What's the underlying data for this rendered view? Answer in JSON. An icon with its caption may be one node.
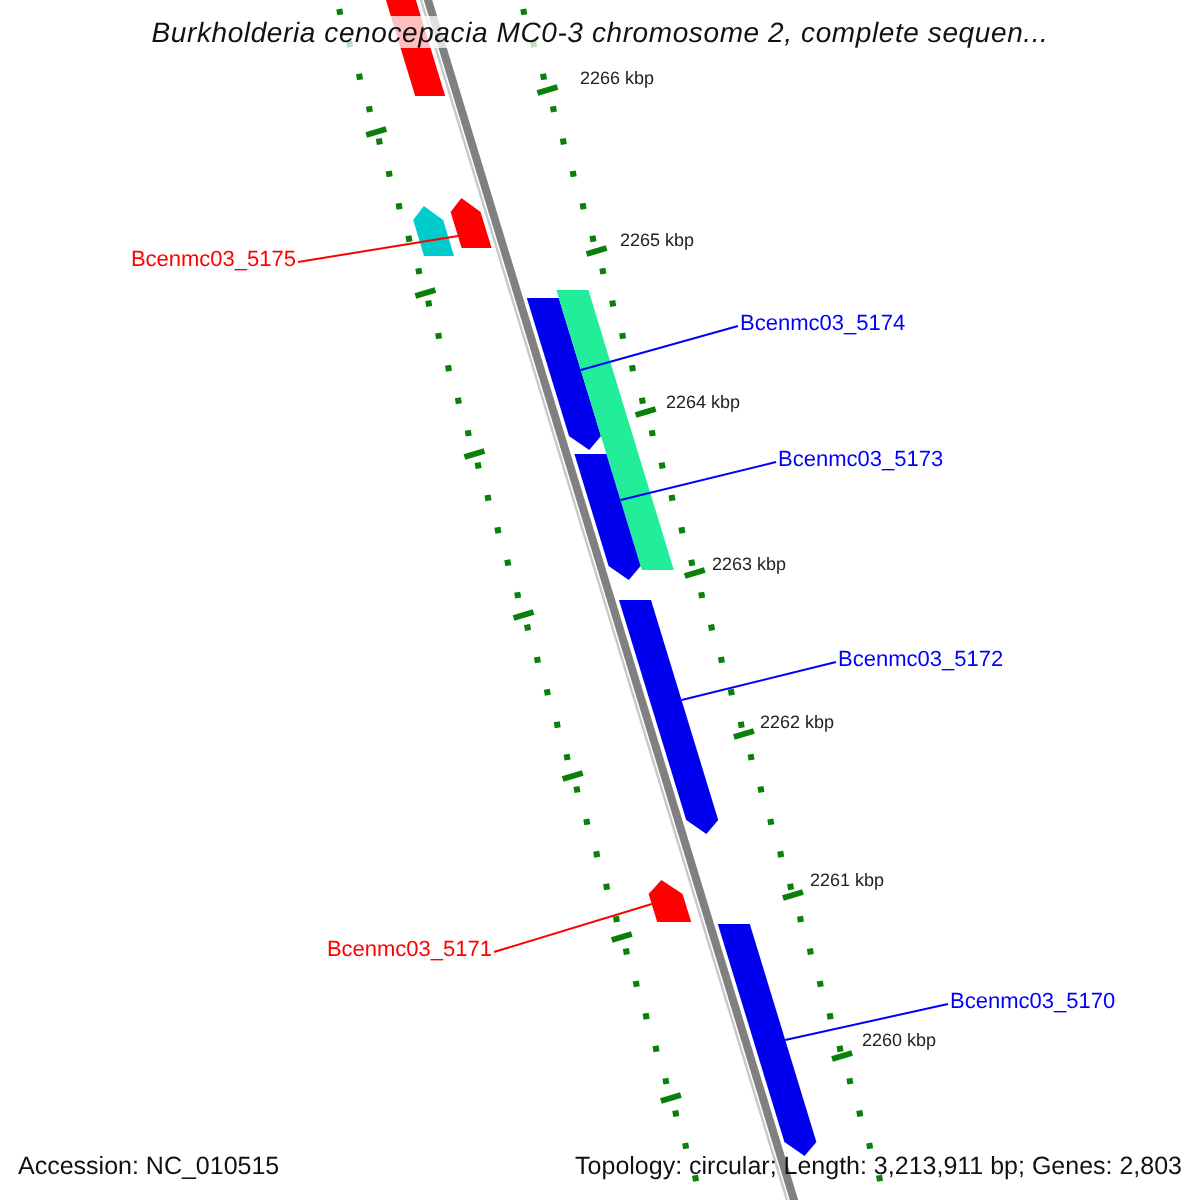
{
  "diagram": {
    "title": "Burkholderia cenocepacia MC0-3 chromosome 2, complete sequen...",
    "nodes": [
      {
        "text": [],
        "shape": "arrow"
      },
      {
        "text": [],
        "shape": "arrow"
      },
      {
        "text": [],
        "shape": "arrow"
      },
      {
        "text": [
          "Bcenmc03_5175"
        ]
      },
      {
        "text": [],
        "shape": "arrow"
      },
      {
        "text": [],
        "shape": "bar"
      },
      {
        "text": [
          "Bcenmc03_5174"
        ]
      },
      {
        "text": [
          "Bcenmc03_5173"
        ]
      },
      {
        "text": [],
        "shape": "arrow"
      },
      {
        "text": [],
        "shape": "arrow"
      },
      {
        "text": [
          "Bcenmc03_5172"
        ]
      },
      {
        "text": [],
        "shape": "arrow"
      },
      {
        "text": [
          "Bcenmc03_5171"
        ]
      },
      {
        "text": [],
        "shape": "arrow"
      },
      {
        "text": [
          "Bcenmc03_5170"
        ]
      }
    ],
    "edges": [
      {
        "from": 3,
        "to": 2,
        "arrow": "none",
        "color": "#ff0000"
      },
      {
        "from": 6,
        "to": 4,
        "arrow": "none"
      },
      {
        "from": 7,
        "to": 8,
        "arrow": "none"
      },
      {
        "from": 10,
        "to": 9,
        "arrow": "none"
      },
      {
        "from": 12,
        "to": 11,
        "arrow": "none",
        "color": "#ff0000"
      },
      {
        "from": 14,
        "to": 13,
        "arrow": "none"
      }
    ],
    "labels": [
      "2266 kbp",
      "2265 kbp",
      "2264 kbp",
      "2263 kbp",
      "2262 kbp",
      "2261 kbp",
      "2260 kbp",
      "Accession: NC_010515",
      "Topology: circular; Length: 3,213,911 bp; Genes: 2,803"
    ]
  }
}
